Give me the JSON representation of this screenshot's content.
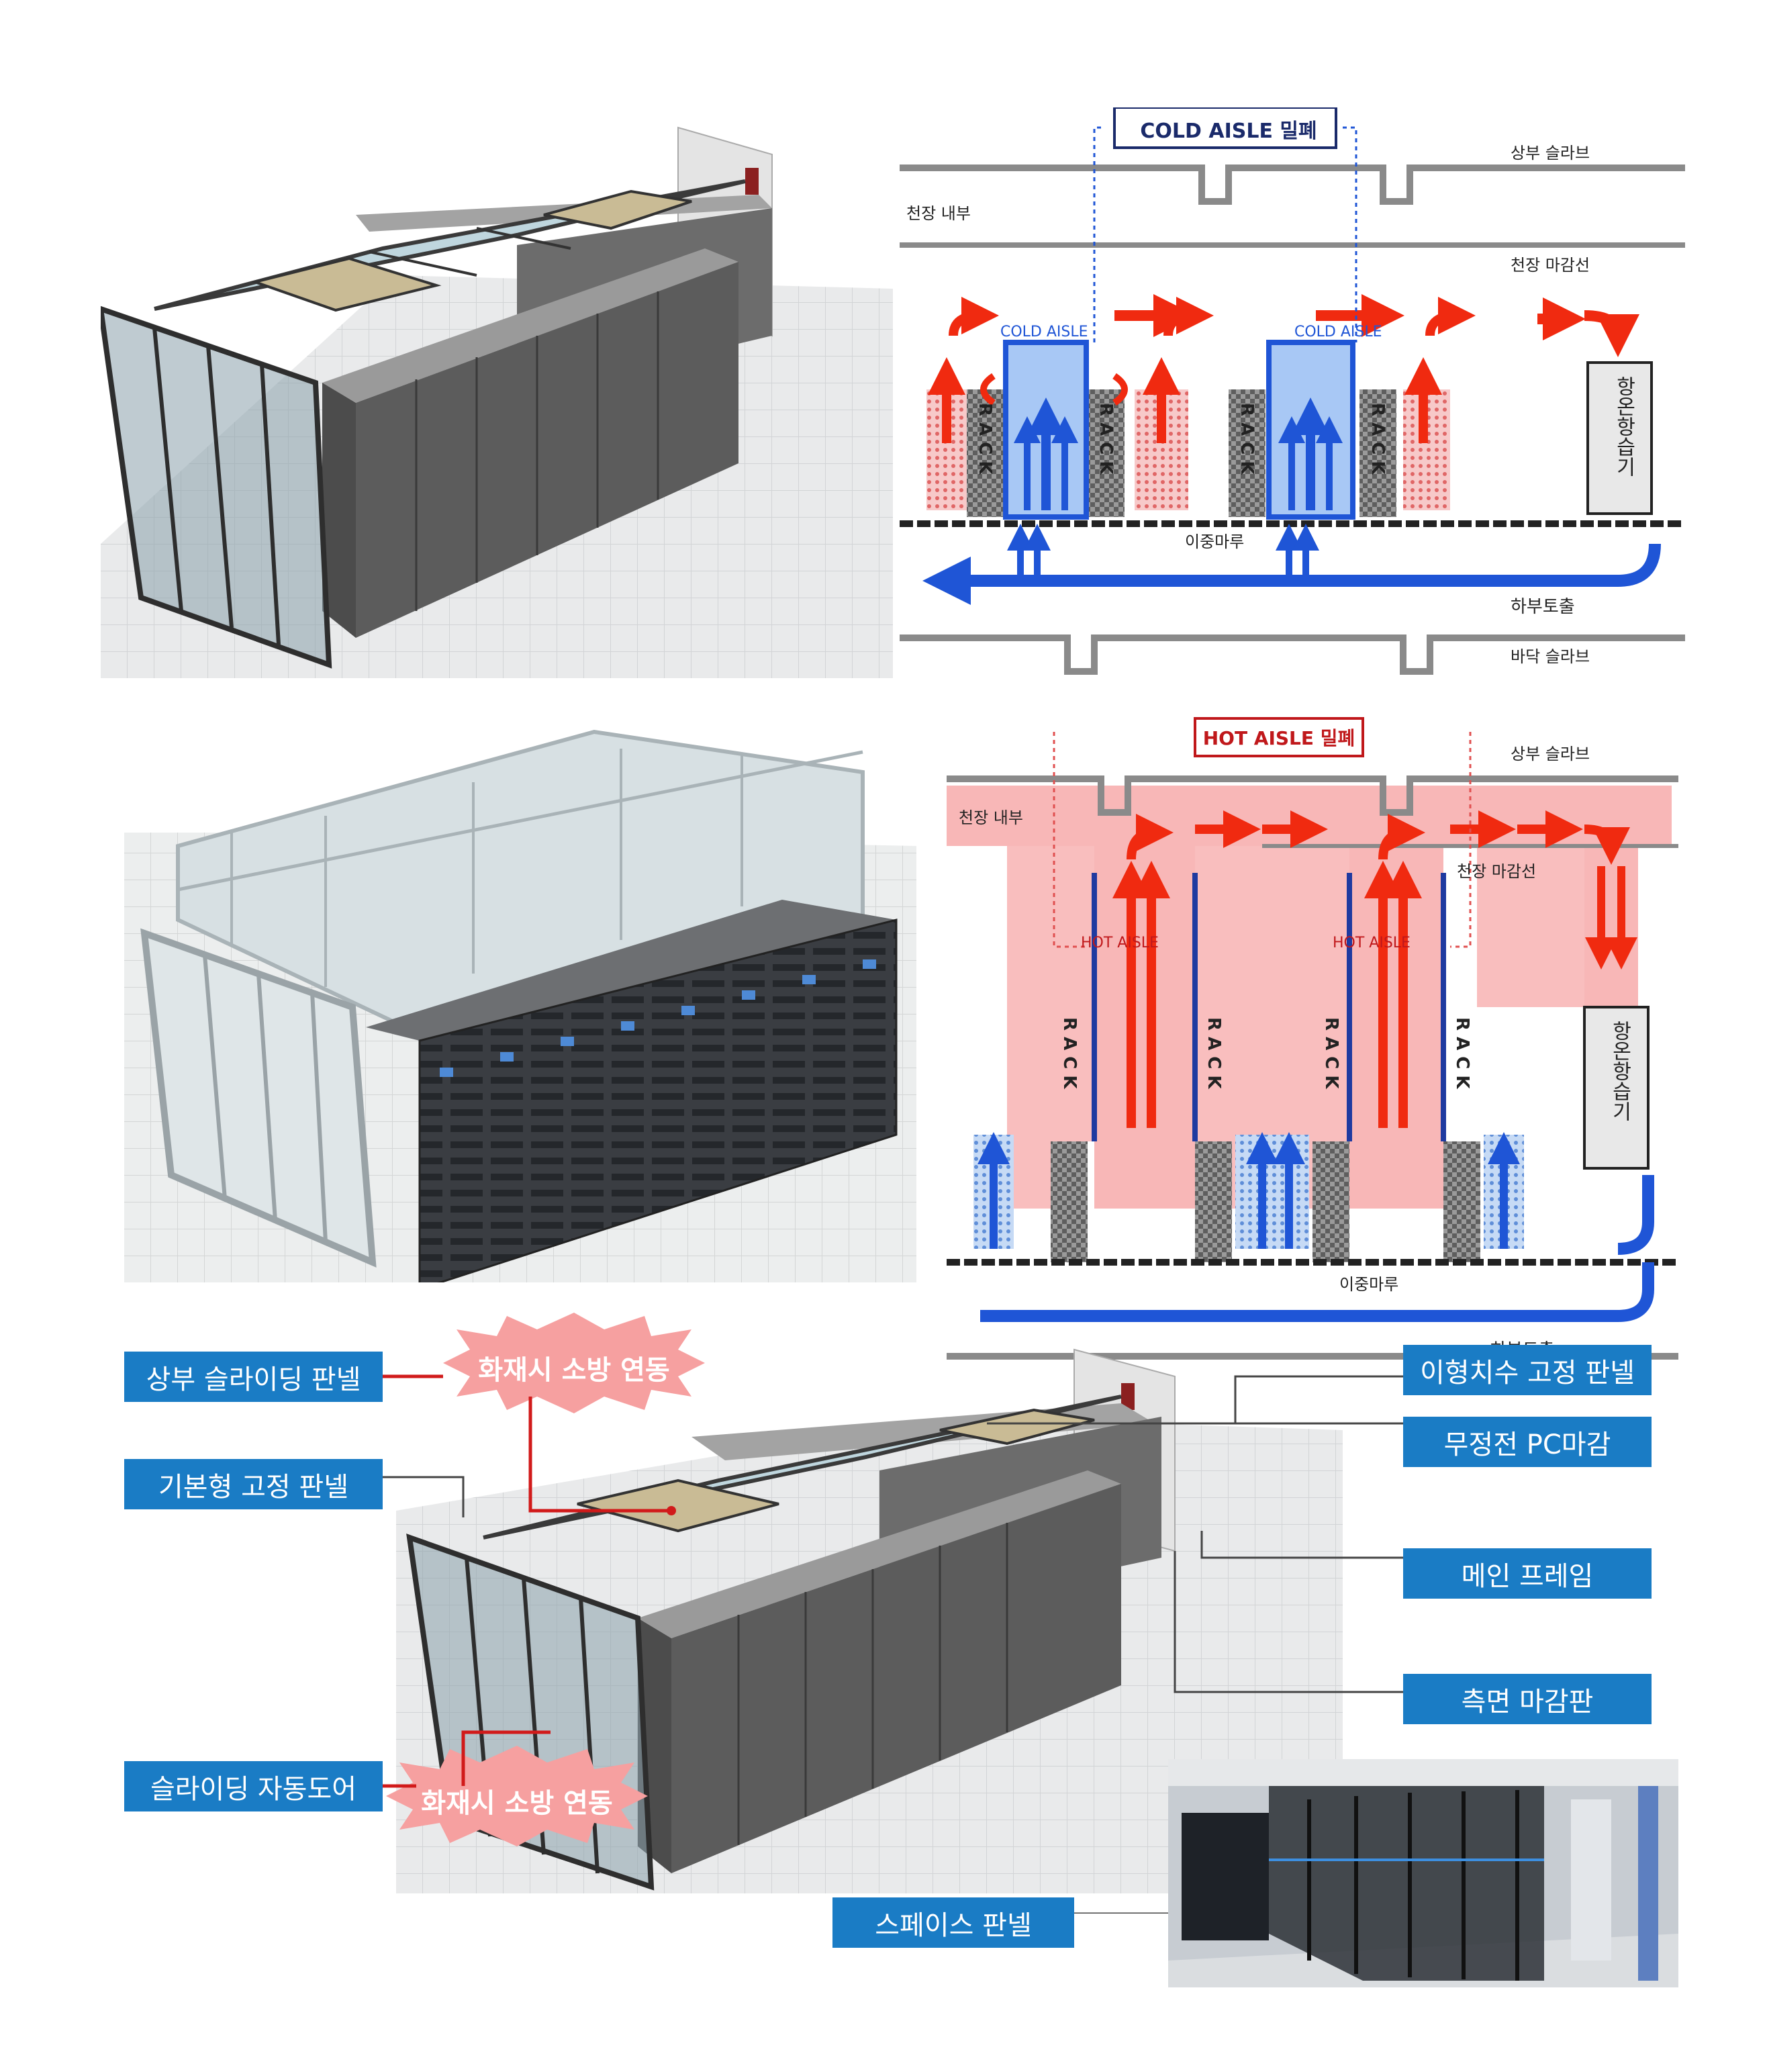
{
  "cold_diagram": {
    "title": "COLD AISLE 밀폐",
    "upper_slab": "상부 슬라브",
    "ceiling_inside": "천장 내부",
    "ceiling_line": "천장 마감선",
    "aisle_1": "COLD AISLE",
    "aisle_2": "COLD AISLE",
    "rack": "R A C K",
    "ac_unit": "항온항습기",
    "raised_floor": "이중마루",
    "bottom_supply": "하부토출",
    "floor_slab": "바닥 슬라브"
  },
  "hot_diagram": {
    "title": "HOT AISLE 밀폐",
    "upper_slab": "상부 슬라브",
    "ceiling_inside": "천장 내부",
    "ceiling_line": "천장 마감선",
    "aisle_1": "HOT AISLE",
    "aisle_2": "HOT AISLE",
    "rack": "R A C K",
    "ac_unit": "항온항습기",
    "raised_floor": "이중마루",
    "bottom_supply": "하부토출"
  },
  "callouts": {
    "top_sliding_panel": "상부 슬라이딩 판넬",
    "basic_fixed_panel": "기본형 고정 판넬",
    "sliding_auto_door": "슬라이딩 자동도어",
    "odd_size_fixed_panel": "이형치수 고정 판넬",
    "static_free_pc": "무정전 PC마감",
    "main_frame": "메인 프레임",
    "side_finish_plate": "측면 마감판",
    "space_panel": "스페이스 판넬",
    "fire_link_top": "화재시 소방 연동",
    "fire_link_bottom": "화재시 소방 연동"
  },
  "colors": {
    "callout_blue": "#1a7cc5",
    "cold_blue": "#1f55d6",
    "hot_red": "#f02a10",
    "hot_zone_pink": "#f8b7b7",
    "rack_gray": "#8a8a8a",
    "cabinet_gray": "#5c5c5c"
  }
}
